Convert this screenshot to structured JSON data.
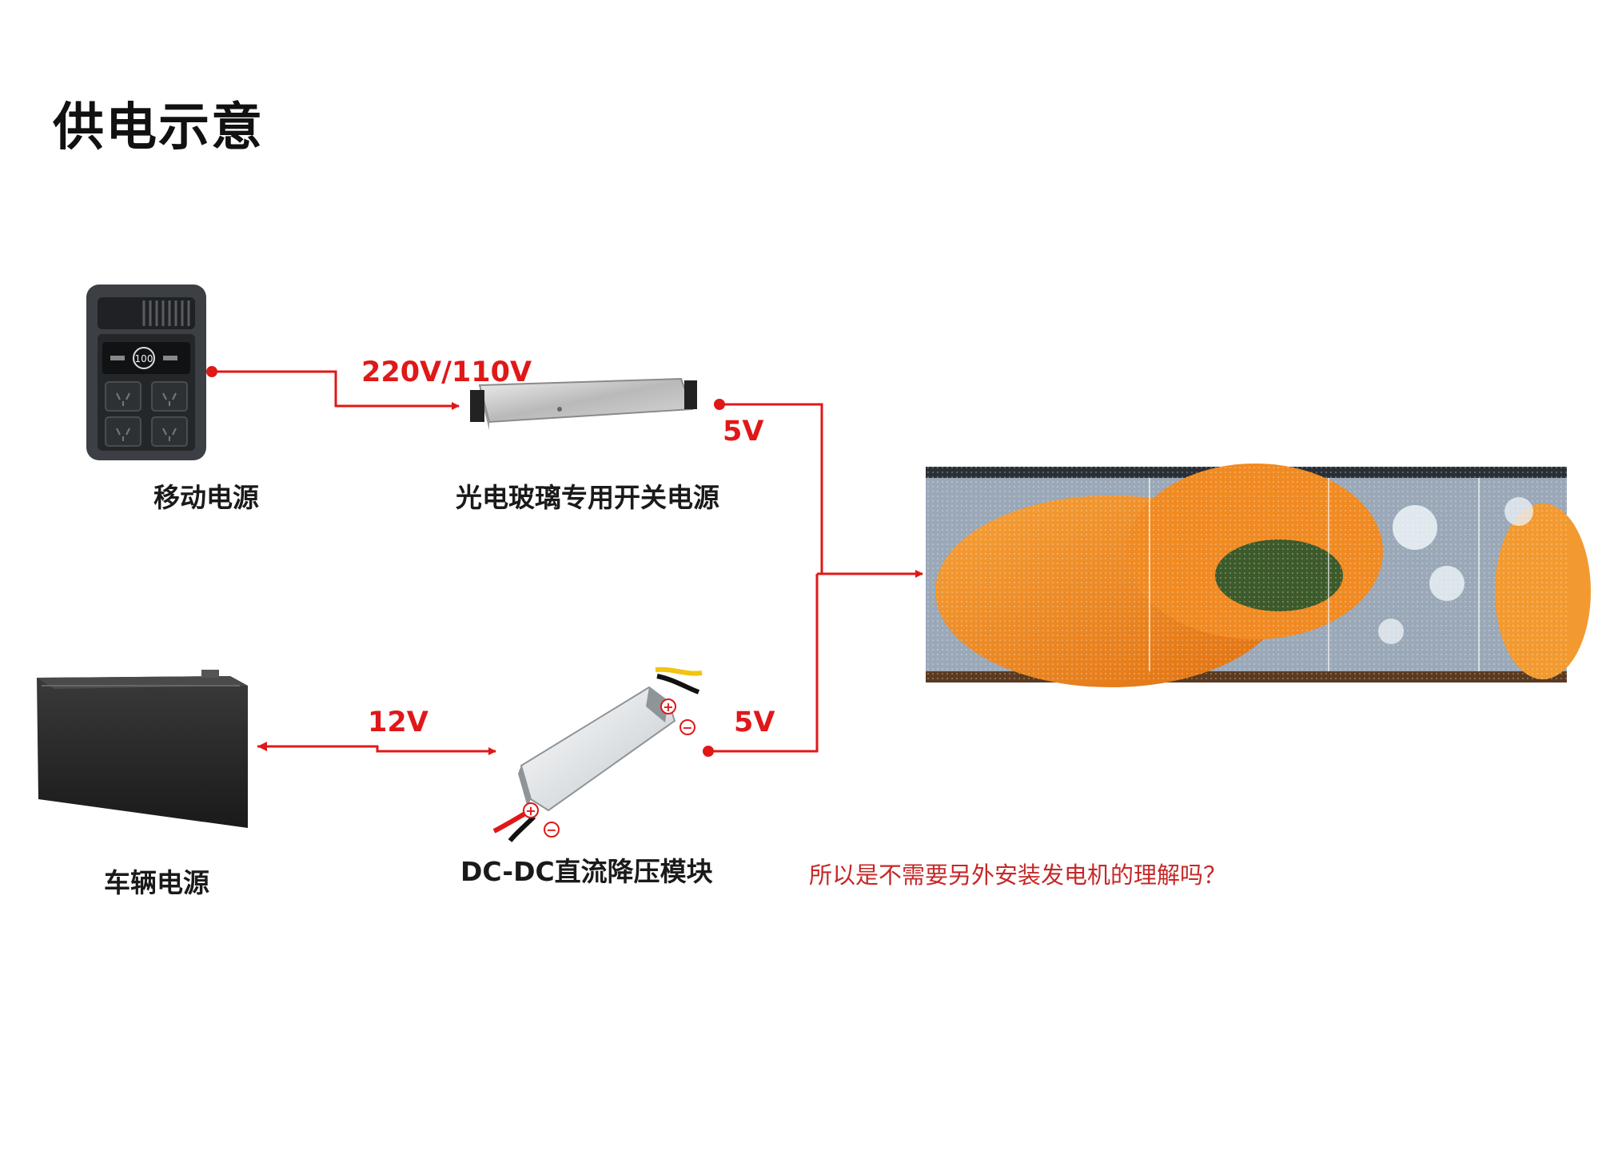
{
  "title": "供电示意",
  "labels": {
    "mobile_power": "移动电源",
    "switching_supply": "光电玻璃专用开关电源",
    "vehicle_power": "车辆电源",
    "dcdc_module": "DC-DC直流降压模块"
  },
  "voltages": {
    "top_input": "220V/110V",
    "top_output": "5V",
    "bottom_input": "12V",
    "bottom_output": "5V"
  },
  "dcdc_marks": {
    "plus": "+",
    "minus": "−"
  },
  "screen_display": {
    "number": "100"
  },
  "question": "所以是不需要另外安装发电机的理解吗？",
  "colors": {
    "wire": "#e01818",
    "question": "#c62828"
  }
}
